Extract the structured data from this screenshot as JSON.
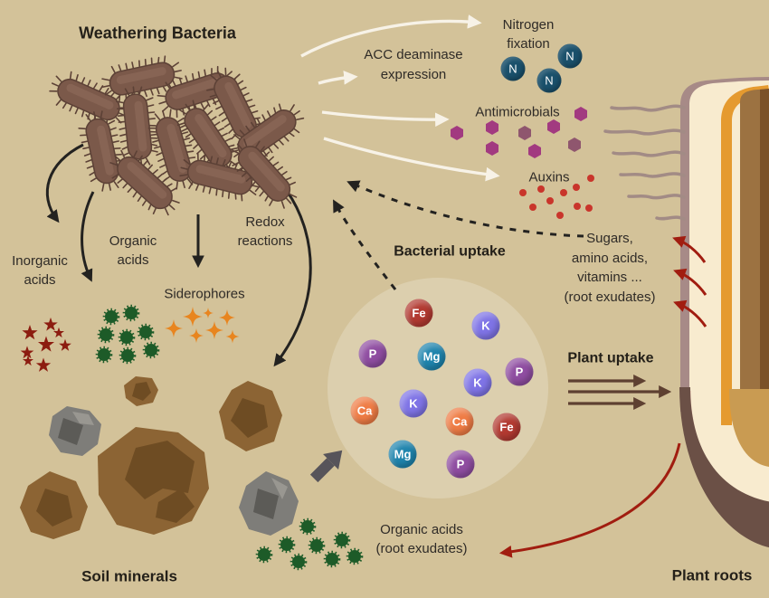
{
  "colors": {
    "background": "#d3c299",
    "uptake_circle": "#dccfae",
    "nitrogen_atom": "#1a506b",
    "antimicrobial": "#a23a80",
    "antimicrobial_muted": "#8f566e",
    "auxin": "#c9352b",
    "inorganic_acid": "#8c1c10",
    "organic_acid": "#1d5b28",
    "siderophore": "#e8851f",
    "nutrients": {
      "Fe": "#b23a31",
      "K": "#7f74e6",
      "P": "#8f4da1",
      "Mg": "#1f84ad",
      "Ca": "#ef7c45"
    }
  },
  "title": "Weathering Bacteria",
  "bacteria_outputs": {
    "acc": [
      "ACC deaminase",
      "expression"
    ],
    "nitrogen": [
      "Nitrogen",
      "fixation"
    ],
    "nitrogen_symbol": "N",
    "antimicrobials": "Antimicrobials",
    "auxins": "Auxins"
  },
  "weathering_agents": {
    "inorganic": [
      "Inorganic",
      "acids"
    ],
    "organic": [
      "Organic",
      "acids"
    ],
    "redox": [
      "Redox",
      "reactions"
    ],
    "siderophores": "Siderophores"
  },
  "uptake": {
    "bacterial": "Bacterial uptake",
    "plant": "Plant uptake"
  },
  "root_exudates": {
    "sugars": [
      "Sugars,",
      "amino acids,",
      "vitamins ...",
      "(root exudates)"
    ],
    "organic": [
      "Organic acids",
      "(root exudates)"
    ]
  },
  "nutrients": [
    {
      "label": "Fe"
    },
    {
      "label": "K"
    },
    {
      "label": "P"
    },
    {
      "label": "Mg"
    },
    {
      "label": "P"
    },
    {
      "label": "K"
    },
    {
      "label": "Ca"
    },
    {
      "label": "K"
    },
    {
      "label": "Ca"
    },
    {
      "label": "Fe"
    },
    {
      "label": "Mg"
    },
    {
      "label": "P"
    }
  ],
  "captions": {
    "soil": "Soil minerals",
    "roots": "Plant roots"
  }
}
